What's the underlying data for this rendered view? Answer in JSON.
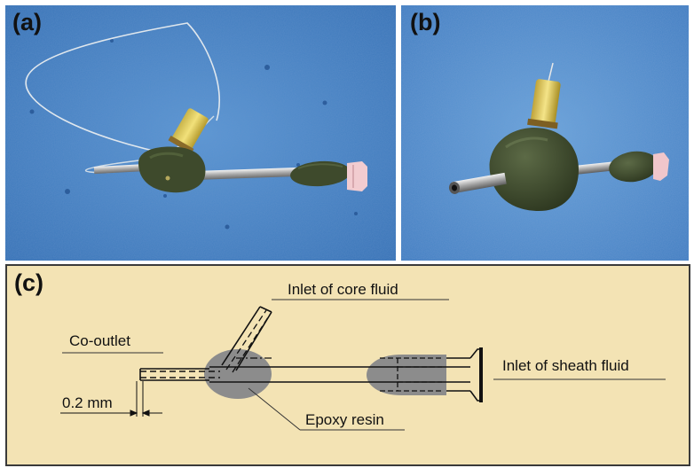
{
  "panels": {
    "a": {
      "label": "(a)"
    },
    "b": {
      "label": "(b)"
    },
    "c": {
      "label": "(c)",
      "annotations": {
        "inlet_core": "Inlet of core fluid",
        "co_outlet": "Co-outlet",
        "inlet_sheath": "Inlet of sheath fluid",
        "dimension": "0.2 mm",
        "epoxy": "Epoxy resin"
      }
    }
  },
  "colors": {
    "photo_background": "#3f7fc3",
    "epoxy_photo": "#3e4a2c",
    "diagram_background": "#f3e3b4",
    "epoxy_diagram": "#8c8c8c"
  }
}
